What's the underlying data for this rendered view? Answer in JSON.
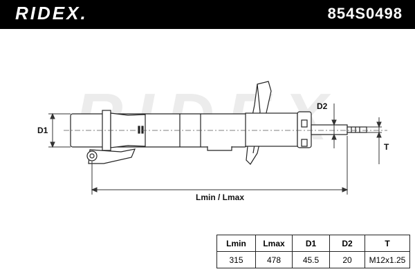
{
  "header": {
    "brand": "RIDEX.",
    "part_number": "854S0498"
  },
  "diagram": {
    "label_d1": "D1",
    "label_d2": "D2",
    "label_t": "T",
    "label_length": "Lmin / Lmax",
    "watermark": "RIDEX"
  },
  "spec_table": {
    "headers": [
      "Lmin",
      "Lmax",
      "D1",
      "D2",
      "T"
    ],
    "values": [
      "315",
      "478",
      "45.5",
      "20",
      "M12x1.25"
    ]
  }
}
